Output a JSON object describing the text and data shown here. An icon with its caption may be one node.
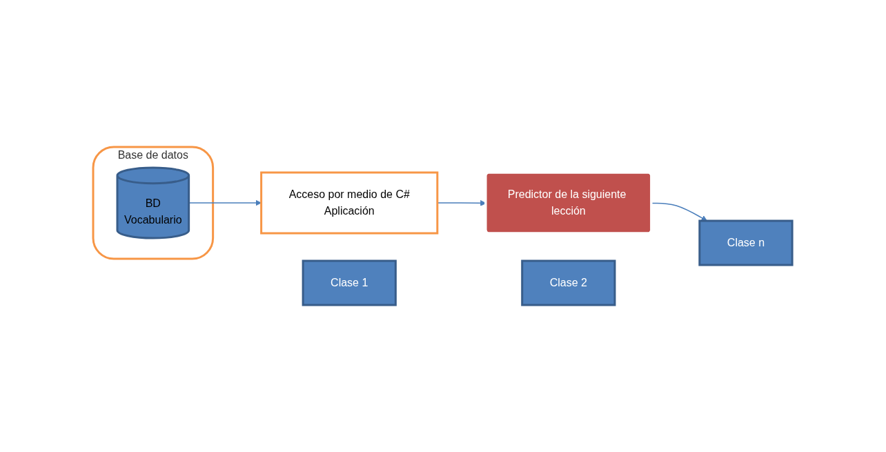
{
  "diagram": {
    "nodes": [
      {
        "text": [
          "Base de datos"
        ]
      },
      {
        "text": [
          "BD",
          "Vocabulario"
        ],
        "in": 0
      },
      {
        "text": [
          "Acceso por medio de C#",
          "Aplicación"
        ]
      },
      {
        "text": [
          "Predictor de la siguiente lección"
        ]
      },
      {
        "text": [
          "Clase 1"
        ]
      },
      {
        "text": [
          "Clase 2"
        ]
      },
      {
        "text": [
          "Clase n"
        ]
      }
    ],
    "edges": [
      {
        "from": 1,
        "to": 2,
        "arrow": "to"
      },
      {
        "from": 2,
        "to": 3,
        "arrow": "to"
      },
      {
        "from": 3,
        "to": 6,
        "arrow": "to"
      }
    ]
  }
}
